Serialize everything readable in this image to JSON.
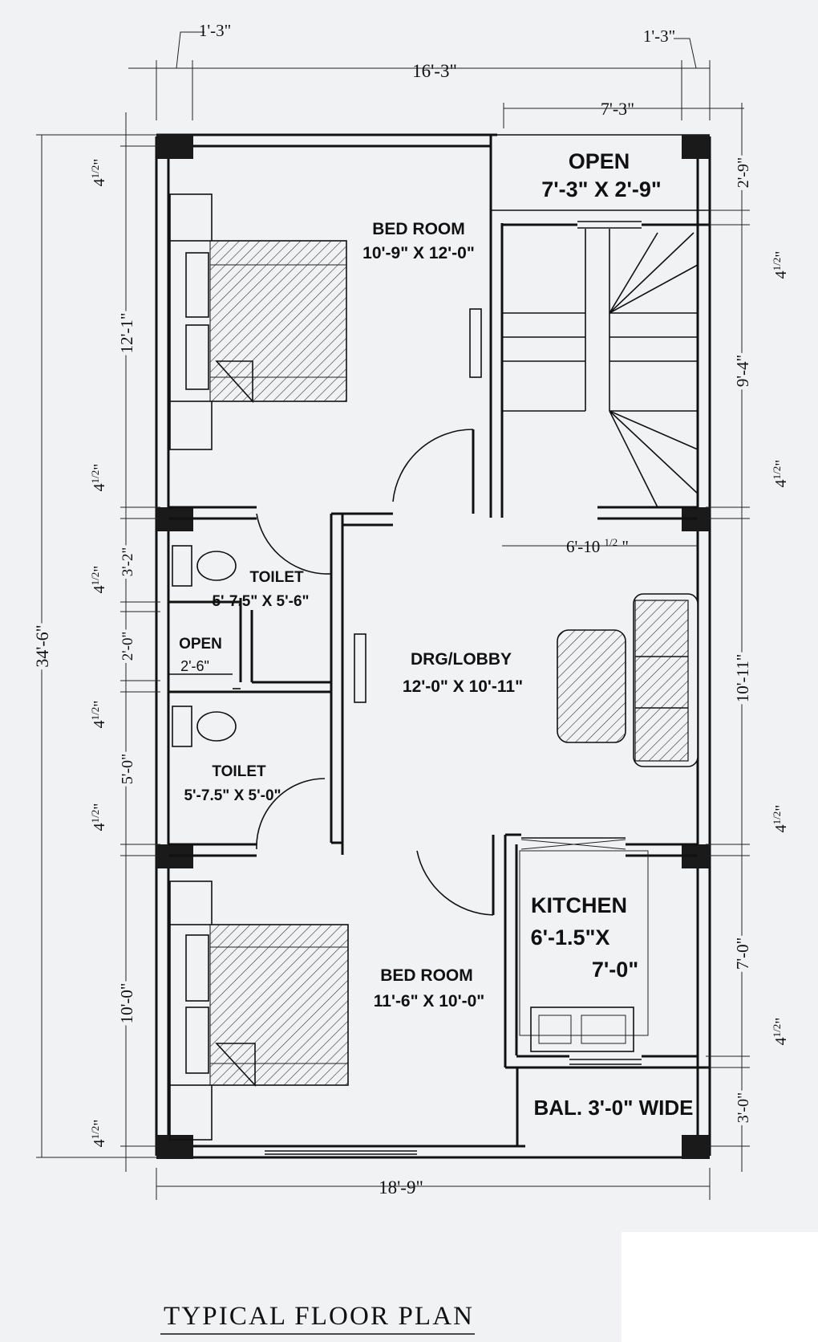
{
  "title": "TYPICAL FLOOR PLAN",
  "rooms": {
    "bed1": {
      "name": "BED ROOM",
      "size": "10'-9\" X 12'-0\""
    },
    "open_top": {
      "name": "OPEN",
      "size": "7'-3\" X 2'-9\""
    },
    "toilet1": {
      "name": "TOILET",
      "size": "5'-7.5\" X 5'-6\""
    },
    "open_small": {
      "name": "OPEN",
      "size": "2'-6\""
    },
    "toilet2": {
      "name": "TOILET",
      "size": "5'-7.5\" X 5'-0\""
    },
    "drg": {
      "name": "DRG/LOBBY",
      "size": "12'-0\" X 10'-11\""
    },
    "kitchen": {
      "name": "KITCHEN",
      "size1": "6'-1.5\"X",
      "size2": "7'-0\""
    },
    "bed2": {
      "name": "BED ROOM",
      "size": "11'-6\" X 10'-0\""
    },
    "balcony": {
      "name": "BAL. 3'-0\" WIDE"
    }
  },
  "dimensions": {
    "top_left_wall": "1'-3\"",
    "top_right_wall": "1'-3\"",
    "top_overall": "16'-3\"",
    "top_open": "7'-3\"",
    "stair_width": "6'-10",
    "stair_width_fraction": "1/2",
    "bottom_overall": "18'-9\"",
    "left_overall": "34'-6\"",
    "left_bed1": "12'-1\"",
    "left_toilet1": "3'-2\"",
    "left_open": "2'-0\"",
    "left_toilet2": "5'-0\"",
    "left_bed2": "10'-0\"",
    "right_open": "2'-9\"",
    "right_stair": "9'-4\"",
    "right_drg": "10'-11\"",
    "right_kitchen": "7'-0\"",
    "right_balcony": "3'-0\"",
    "wall_thickness": "4",
    "wall_thickness_fraction": "1/2",
    "inch_mark": "\""
  }
}
